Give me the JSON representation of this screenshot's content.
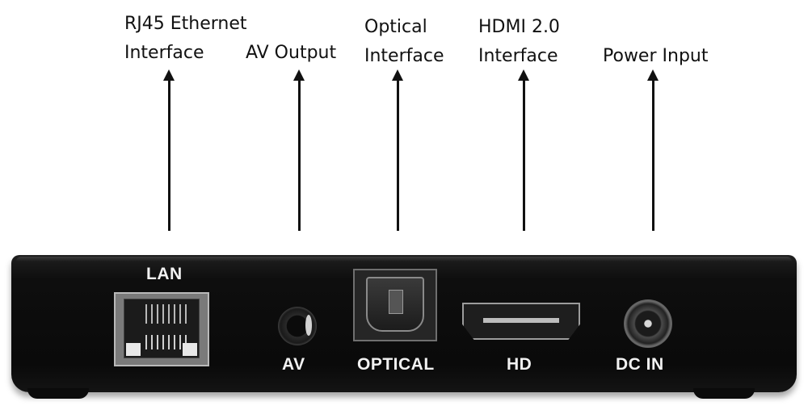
{
  "annotations": [
    {
      "lines": [
        "RJ45 Ethernet",
        "Interface"
      ]
    },
    {
      "lines": [
        "AV Output"
      ]
    },
    {
      "lines": [
        "Optical",
        "Interface"
      ]
    },
    {
      "lines": [
        "HDMI 2.0",
        "Interface"
      ]
    },
    {
      "lines": [
        "Power Input"
      ]
    }
  ],
  "ports": {
    "lan": "LAN",
    "av": "AV",
    "optical": "OPTICAL",
    "hd": "HD",
    "dc_in": "DC IN"
  },
  "colors": {
    "device_body": "#0e0e0e",
    "port_text": "#f2f2f2",
    "annotation_text": "#111111",
    "background": "#ffffff"
  },
  "icons": [
    "arrow-up-icon"
  ]
}
